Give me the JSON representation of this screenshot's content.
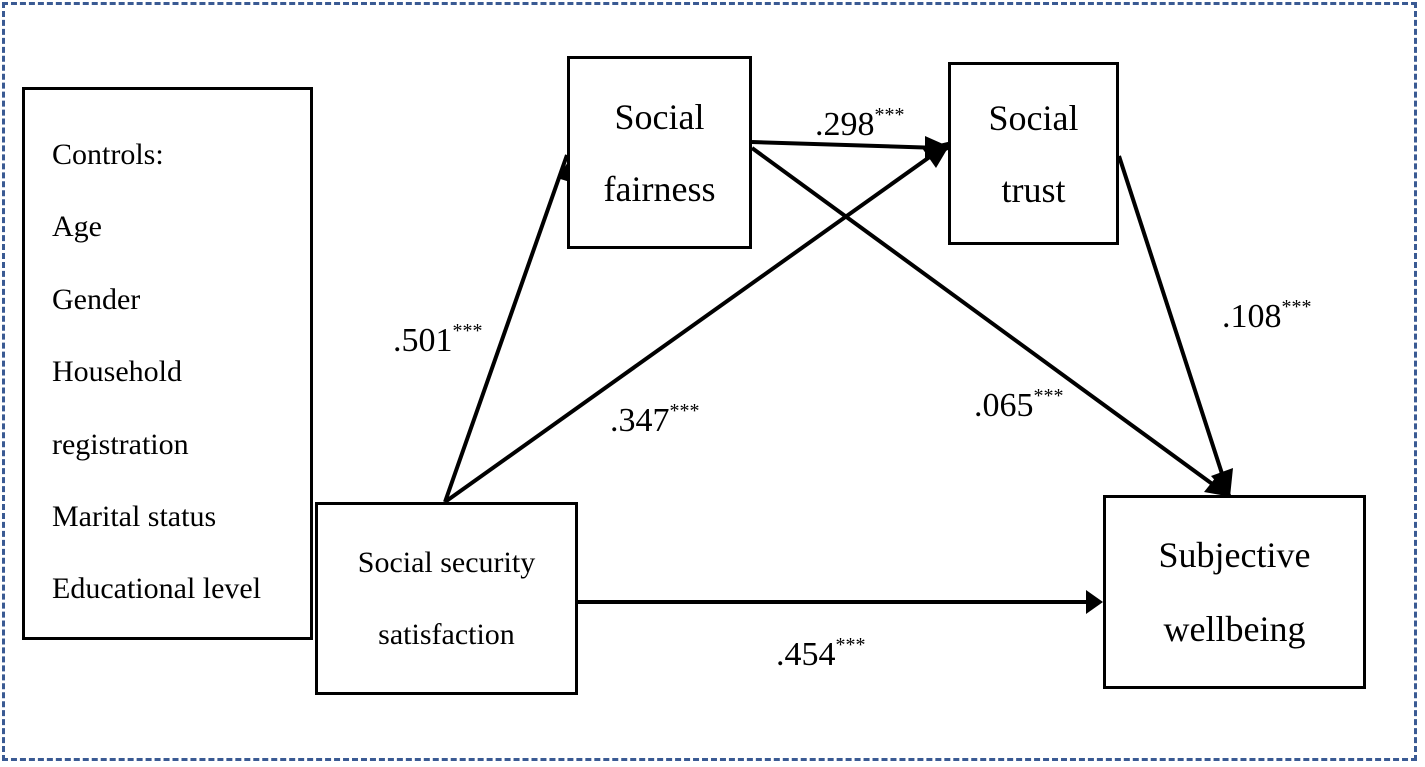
{
  "controls": {
    "title": "Controls:",
    "items": [
      "Age",
      "Gender",
      "Household",
      "registration",
      "Marital status",
      "Educational level"
    ]
  },
  "nodes": {
    "social_fairness": [
      "Social",
      "fairness"
    ],
    "social_trust": [
      "Social",
      "trust"
    ],
    "social_security_satisfaction": [
      "Social security",
      "satisfaction"
    ],
    "subjective_wellbeing": [
      "Subjective",
      "wellbeing"
    ]
  },
  "paths": {
    "ssat_to_fairness": {
      "value": ".501",
      "sig": "***"
    },
    "fairness_to_trust": {
      "value": ".298",
      "sig": "***"
    },
    "ssat_to_trust": {
      "value": ".347",
      "sig": "***"
    },
    "fairness_to_swb": {
      "value": ".065",
      "sig": "***"
    },
    "trust_to_swb": {
      "value": ".108",
      "sig": "***"
    },
    "ssat_to_swb": {
      "value": ".454",
      "sig": "***"
    }
  },
  "colors": {
    "frame_border": "#3a5a93",
    "stroke": "#000000"
  }
}
